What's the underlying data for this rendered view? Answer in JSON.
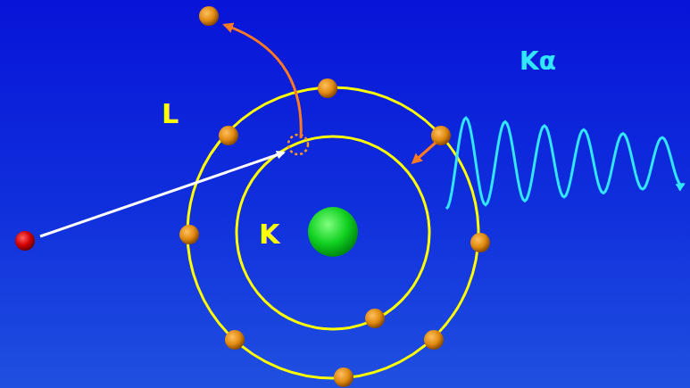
{
  "diagram": {
    "labels": [
      "L",
      "K",
      "Kα"
    ]
  }
}
